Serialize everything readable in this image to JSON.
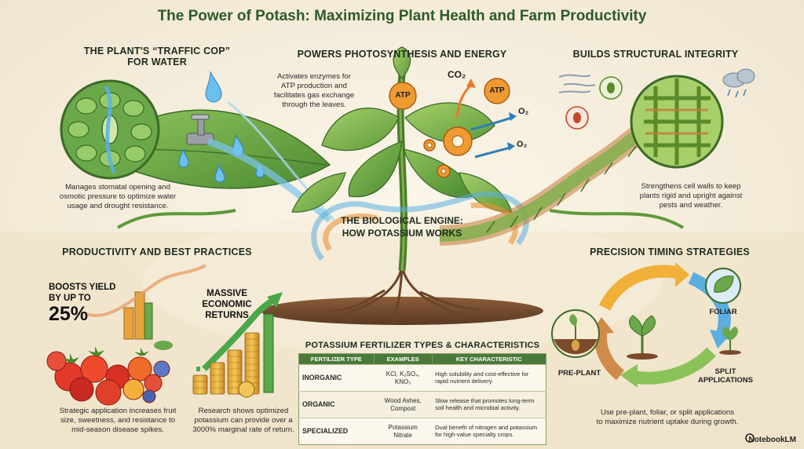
{
  "title": "The Power of Potash: Maximizing Plant Health and Farm Productivity",
  "water": {
    "heading_line1": "THE PLANT'S “TRAFFIC COP”",
    "heading_line2": "FOR WATER",
    "desc_line1": "Manages stomatal opening and",
    "desc_line2": "osmotic pressure to optimize water",
    "desc_line3": "usage and drought resistance."
  },
  "photo": {
    "heading": "POWERS PHOTOSYNTHESIS AND ENERGY",
    "desc_line1": "Activates enzymes for",
    "desc_line2": "ATP production and",
    "desc_line3": "facilitates gas exchange",
    "desc_line4": "through the leaves.",
    "atp_label": "ATP",
    "co2_label": "CO₂",
    "o2_label": "O₂"
  },
  "structure": {
    "heading": "BUILDS STRUCTURAL INTEGRITY",
    "desc_line1": "Strengthens cell walls to keep",
    "desc_line2": "plants rigid and upright against",
    "desc_line3": "pests and weather."
  },
  "engine": {
    "line1": "THE BIOLOGICAL ENGINE:",
    "line2": "HOW POTASSIUM WORKS"
  },
  "productivity": {
    "heading": "PRODUCTIVITY AND BEST PRACTICES",
    "yield_line1": "BOOSTS YIELD",
    "yield_line2": "BY UP TO",
    "yield_value": "25%",
    "yield_desc_line1": "Strategic application increases fruit",
    "yield_desc_line2": "size, sweetness, and resistance to",
    "yield_desc_line3": "mid-season disease spikes.",
    "returns_line1": "MASSIVE",
    "returns_line2": "ECONOMIC",
    "returns_line3": "RETURNS",
    "returns_desc_line1": "Research shows optimized",
    "returns_desc_line2": "potassium can provide over a",
    "returns_desc_line3": "3000% marginal rate of return."
  },
  "fertilizer_table": {
    "title": "POTASSIUM FERTILIZER TYPES & CHARACTERISTICS",
    "columns": [
      "FERTILIZER TYPE",
      "EXAMPLES",
      "KEY CHARACTERISTIC"
    ],
    "rows": [
      {
        "type": "INORGANIC",
        "examples_line1": "KCl, K₂SO₄,",
        "examples_line2": "KNO₃",
        "characteristic": "High solubility and cost-effective for rapid nutrient delivery."
      },
      {
        "type": "ORGANIC",
        "examples_line1": "Wood Ashes,",
        "examples_line2": "Compost",
        "characteristic": "Slow release that promotes long-term soil health and microbial activity."
      },
      {
        "type": "SPECIALIZED",
        "examples_line1": "Potassium",
        "examples_line2": "Nitrate",
        "characteristic": "Dual benefit of nitrogen and potassium for high-value specialty crops."
      }
    ]
  },
  "timing": {
    "heading": "PRECISION TIMING STRATEGIES",
    "foliar_label": "FOLIAR",
    "preplant_label": "PRE-PLANT",
    "split_line1": "SPLIT",
    "split_line2": "APPLICATIONS",
    "desc_line1": "Use pre-plant, foliar, or split applications",
    "desc_line2": "to maximize nutrient uptake during growth."
  },
  "brand": "NotebookLM",
  "colors": {
    "accent_green": "#4a7a3a",
    "title_green": "#2e5a2a",
    "water_blue": "#5aaee0",
    "atp_orange": "#e88a2a"
  }
}
